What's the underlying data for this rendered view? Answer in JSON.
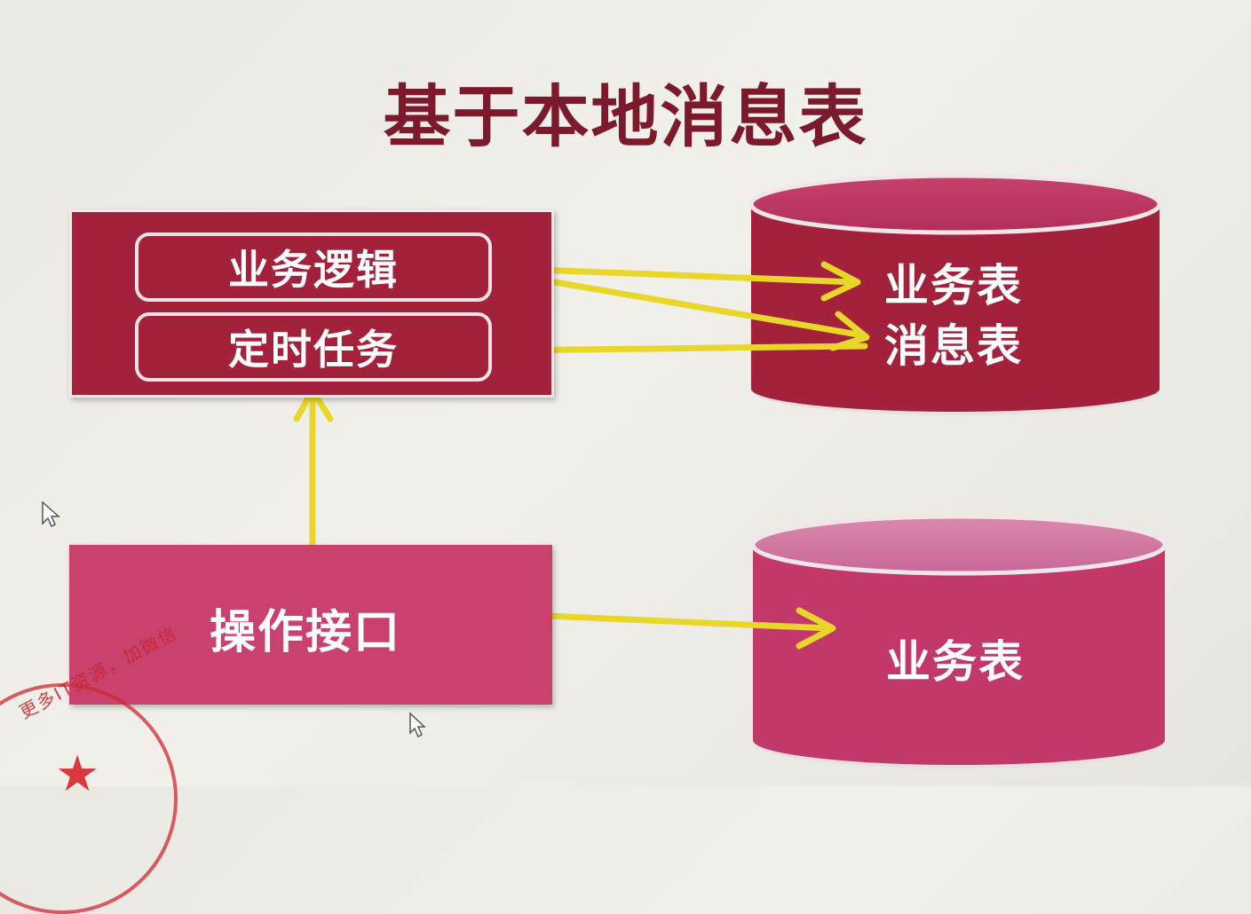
{
  "title": "基于本地消息表",
  "service_block": {
    "business_logic": "业务逻辑",
    "scheduled_task": "定时任务"
  },
  "api_block": {
    "label": "操作接口"
  },
  "database_top": {
    "line1": "业务表",
    "line2": "消息表"
  },
  "database_bottom": {
    "line1": "业务表"
  },
  "stamp": {
    "text": "更多IT资源，加微信"
  },
  "colors": {
    "dark_red": "#a4213c",
    "pink": "#c8426d",
    "arrow_yellow": "#e8d62a",
    "title": "#7c1a2c"
  }
}
